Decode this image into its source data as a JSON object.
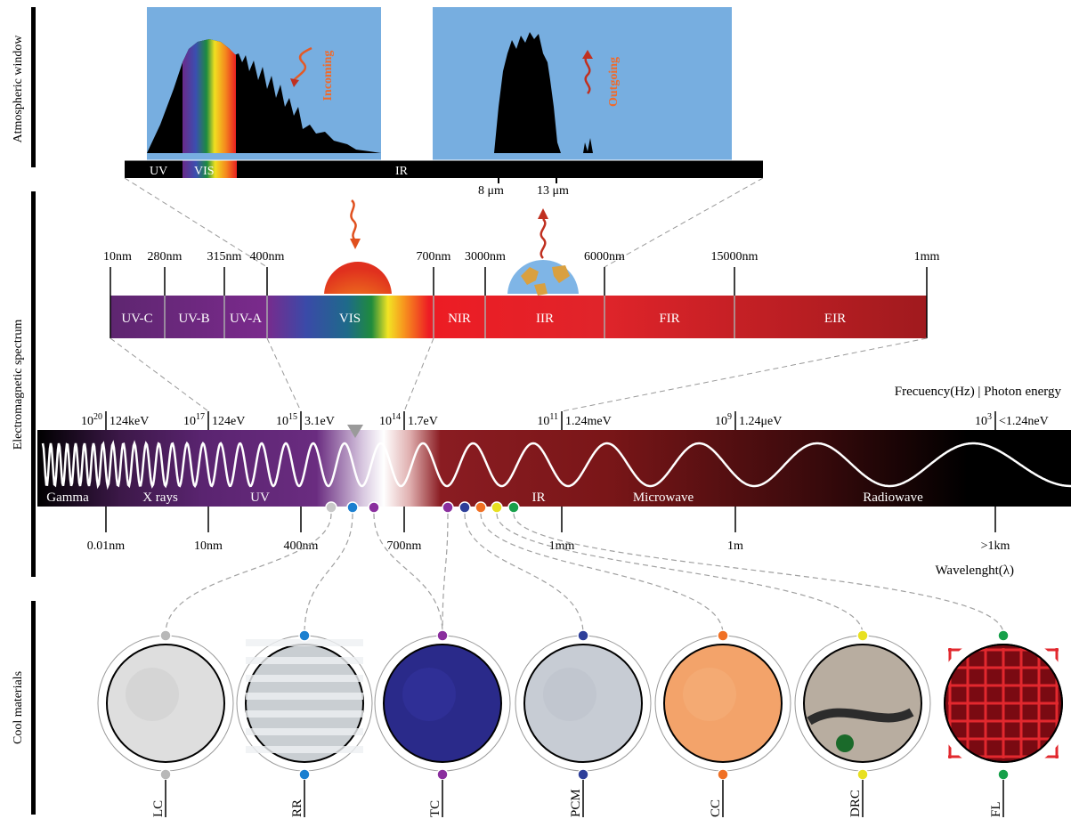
{
  "sections": {
    "atmospheric": "Atmospheric window",
    "electromagnetic": "Electromagnetic spectrum",
    "cool_materials": "Cool materials"
  },
  "window": {
    "incoming": "Incoming",
    "outgoing": "Outgoing",
    "bar_uv": "UV",
    "bar_vis": "VIS",
    "bar_ir": "IR",
    "tick_8": "8 μm",
    "tick_13": "13 μm"
  },
  "spectrum_top": {
    "wavelengths": [
      "10nm",
      "280nm",
      "315nm",
      "400nm",
      "700nm",
      "3000nm",
      "6000nm",
      "15000nm",
      "1mm"
    ],
    "bands": [
      "UV-C",
      "UV-B",
      "UV-A",
      "VIS",
      "NIR",
      "IIR",
      "FIR",
      "EIR"
    ]
  },
  "em": {
    "freq_header": "Frecuency(Hz) | Photon energy",
    "freq": [
      {
        "base": "10",
        "exp": "20",
        "energy": "124keV"
      },
      {
        "base": "10",
        "exp": "17",
        "energy": "124eV"
      },
      {
        "base": "10",
        "exp": "15",
        "energy": "3.1eV"
      },
      {
        "base": "10",
        "exp": "14",
        "energy": "1.7eV"
      },
      {
        "base": "10",
        "exp": "11",
        "energy": "1.24meV"
      },
      {
        "base": "10",
        "exp": "9",
        "energy": "1.24μeV"
      },
      {
        "base": "10",
        "exp": "3",
        "energy": "<1.24neV"
      }
    ],
    "regions": [
      "Gamma",
      "X rays",
      "UV",
      "IR",
      "Microwave",
      "Radiowave"
    ],
    "wavelengths": [
      "0.01nm",
      "10nm",
      "400nm",
      "700nm",
      "1mm",
      "1m",
      ">1km"
    ],
    "wavelength_header": "Wavelenght(λ)"
  },
  "materials": [
    {
      "label": "LC",
      "color": "#b8b8b8"
    },
    {
      "label": "RR",
      "color": "#1a7fd0"
    },
    {
      "label": "TC",
      "color": "#8a2e9e"
    },
    {
      "label": "PCM",
      "color": "#2e3f9a"
    },
    {
      "label": "CC",
      "color": "#f07024"
    },
    {
      "label": "DRC",
      "color": "#e8e020"
    },
    {
      "label": "FL",
      "color": "#17a04a"
    }
  ]
}
